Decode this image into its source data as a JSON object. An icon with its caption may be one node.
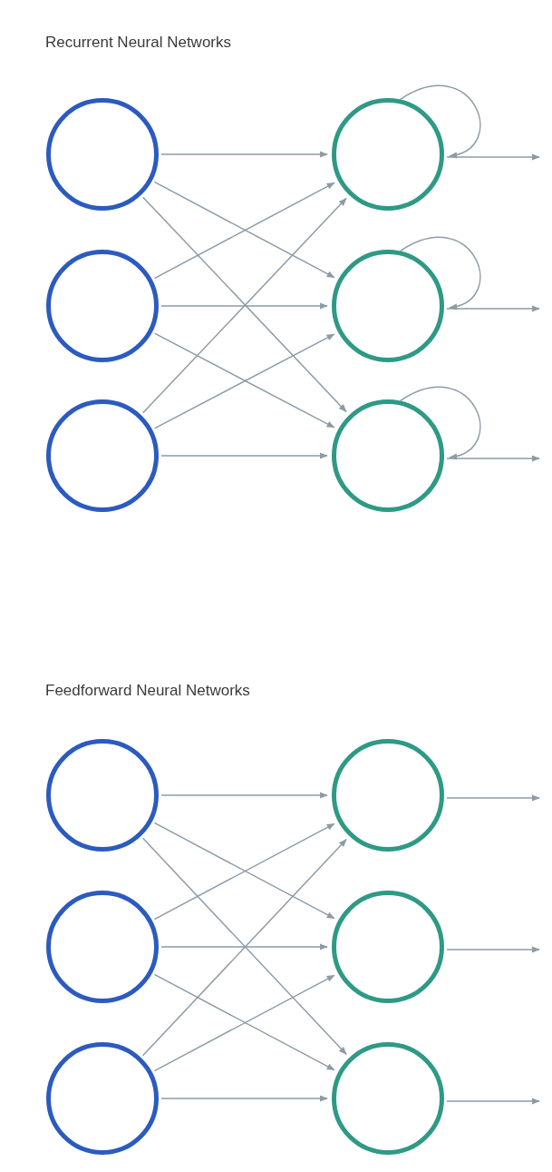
{
  "diagram": {
    "nodes": [
      {
        "text": [],
        "shape": "circle"
      },
      {
        "text": [],
        "shape": "circle"
      },
      {
        "text": [],
        "shape": "circle"
      },
      {
        "text": [],
        "shape": "circle"
      },
      {
        "text": [],
        "shape": "circle"
      },
      {
        "text": [],
        "shape": "circle"
      },
      {
        "text": [],
        "shape": "circle"
      },
      {
        "text": [],
        "shape": "circle"
      },
      {
        "text": [],
        "shape": "circle"
      },
      {
        "text": [],
        "shape": "circle"
      },
      {
        "text": [],
        "shape": "circle"
      },
      {
        "text": [],
        "shape": "circle"
      }
    ],
    "edges": [
      {
        "from": 0,
        "to": 3,
        "arrow": "to"
      },
      {
        "from": 0,
        "to": 4,
        "arrow": "to"
      },
      {
        "from": 0,
        "to": 5,
        "arrow": "to"
      },
      {
        "from": 1,
        "to": 3,
        "arrow": "to"
      },
      {
        "from": 1,
        "to": 4,
        "arrow": "to"
      },
      {
        "from": 1,
        "to": 5,
        "arrow": "to"
      },
      {
        "from": 2,
        "to": 3,
        "arrow": "to"
      },
      {
        "from": 2,
        "to": 4,
        "arrow": "to"
      },
      {
        "from": 2,
        "to": 5,
        "arrow": "to"
      },
      {
        "from": 3,
        "to": 3,
        "arrow": "to"
      },
      {
        "from": 4,
        "to": 4,
        "arrow": "to"
      },
      {
        "from": 5,
        "to": 5,
        "arrow": "to"
      },
      {
        "from": 3,
        "to": null,
        "arrow": "to"
      },
      {
        "from": 4,
        "to": null,
        "arrow": "to"
      },
      {
        "from": 5,
        "to": null,
        "arrow": "to"
      },
      {
        "from": 6,
        "to": 9,
        "arrow": "to"
      },
      {
        "from": 6,
        "to": 10,
        "arrow": "to"
      },
      {
        "from": 6,
        "to": 11,
        "arrow": "to"
      },
      {
        "from": 7,
        "to": 9,
        "arrow": "to"
      },
      {
        "from": 7,
        "to": 10,
        "arrow": "to"
      },
      {
        "from": 7,
        "to": 11,
        "arrow": "to"
      },
      {
        "from": 8,
        "to": 9,
        "arrow": "to"
      },
      {
        "from": 8,
        "to": 10,
        "arrow": "to"
      },
      {
        "from": 8,
        "to": 11,
        "arrow": "to"
      },
      {
        "from": 9,
        "to": null,
        "arrow": "to"
      },
      {
        "from": 10,
        "to": null,
        "arrow": "to"
      },
      {
        "from": 11,
        "to": null,
        "arrow": "to"
      }
    ],
    "labels": [
      "Recurrent Neural Networks",
      "Feedforward Neural Networks"
    ]
  }
}
